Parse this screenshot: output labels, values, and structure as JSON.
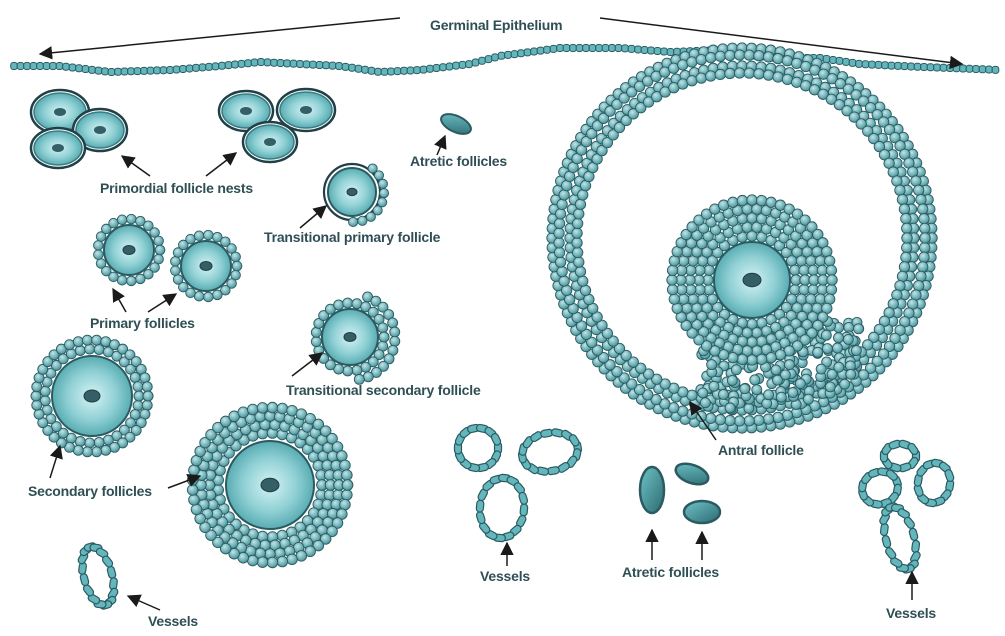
{
  "labels": {
    "germinal_epithelium": "Germinal Epithelium",
    "primordial_follicle_nests": "Primordial follicle nests",
    "atretic_follicles_top": "Atretic follicles",
    "transitional_primary_follicle": "Transitional primary follicle",
    "primary_follicles": "Primary follicles",
    "transitional_secondary_follicle": "Transitional secondary follicle",
    "secondary_follicles": "Secondary follicles",
    "antral_follicle": "Antral follicle",
    "vessels_center": "Vessels",
    "atretic_follicles_bottom": "Atretic follicles",
    "vessels_left": "Vessels",
    "vessels_right": "Vessels"
  },
  "colors": {
    "cell_fill": "#5fb3b8",
    "cell_stroke": "#2b5b61",
    "oocyte_center": "#d6f3f5",
    "oocyte_edge": "#4aa3aa",
    "nucleus": "#355f66",
    "label": "#2f4f55",
    "arrow": "#1a1a1a"
  }
}
